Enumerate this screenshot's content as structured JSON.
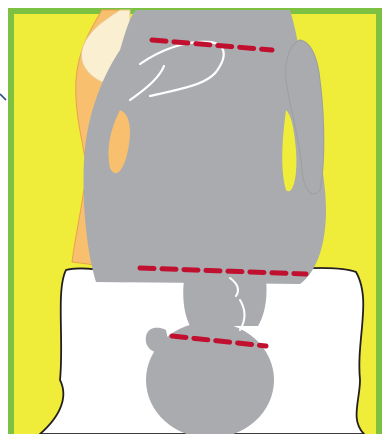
{
  "figure": {
    "subject": "diagram-of-body-outline-with-dashed-measurement-lines",
    "colors": {
      "frame_border": "#7dc142",
      "background": "#f0ec3a",
      "skin": "#f8bf6e",
      "skin_light": "#fbefd2",
      "body": "#a9abae",
      "pillow": "#ffffff",
      "outline": "#231f20",
      "dashed_line": "#c1102f",
      "fold_line": "#ffffff",
      "pointer": "#2b4f8c"
    },
    "dashed_lines": [
      {
        "name": "upper-dashed-line"
      },
      {
        "name": "middle-dashed-line"
      },
      {
        "name": "lower-dashed-line"
      }
    ]
  }
}
